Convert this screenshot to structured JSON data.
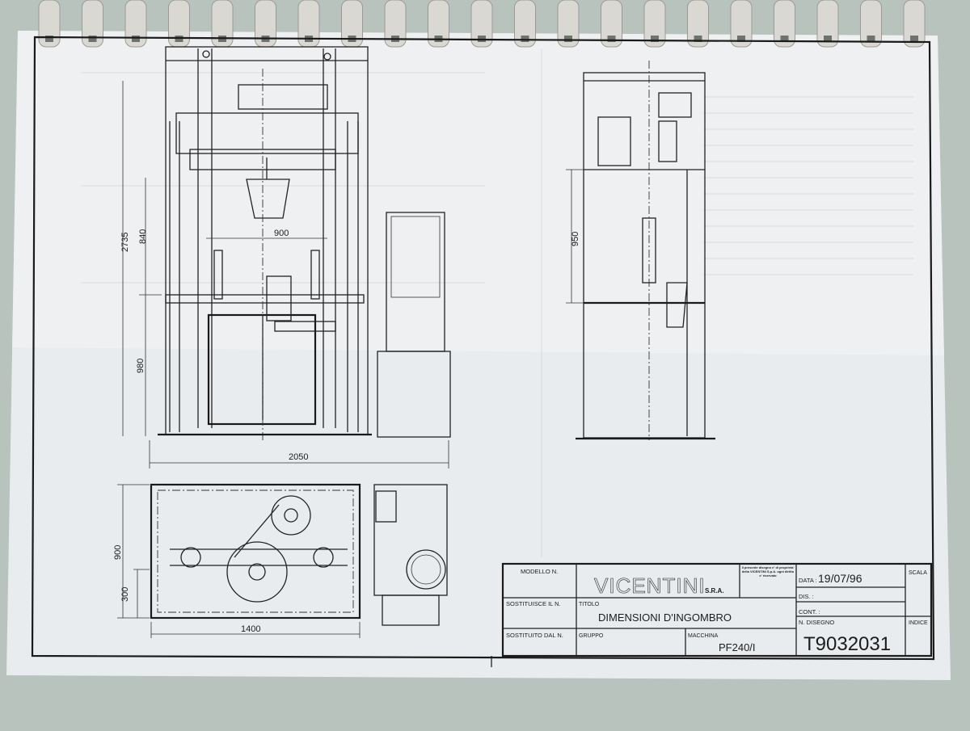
{
  "drawing": {
    "dimensions": {
      "front_height_total": "2735",
      "front_height_upper": "840",
      "front_width_inner": "900",
      "front_height_lower": "980",
      "front_width_total": "2050",
      "side_height": "950",
      "plan_depth": "900",
      "plan_offset": "300",
      "plan_width": "1400"
    }
  },
  "title_block": {
    "modello_label": "MODELLO N.",
    "brand": "VICENTINI",
    "brand_suffix": "S.R.A.",
    "ownership_note": "Il presente disegno e' di proprieta' della VICENTINI S.p.A. ogni diritto e' riservato",
    "data_label": "DATA :",
    "data_value": "19/07/96",
    "scala_label": "SCALA",
    "dis_label": "DIS. :",
    "cont_label": "CONT. :",
    "sostituisce_label": "SOSTITUISCE IL N.",
    "titolo_label": "TITOLO",
    "titolo_value": "DIMENSIONI D'INGOMBRO",
    "n_disegno_label": "N. DISEGNO",
    "n_disegno_value": "T9032031",
    "indice_label": "INDICE",
    "sostituito_label": "SOSTITUITO DAL N.",
    "gruppo_label": "GRUPPO",
    "macchina_label": "MACCHINA",
    "macchina_value": "PF240/I"
  },
  "colors": {
    "background": "#b7c3bc",
    "paper": "#eef0f1",
    "ink": "#1c1c1c",
    "binding": "#d8d6d0"
  }
}
